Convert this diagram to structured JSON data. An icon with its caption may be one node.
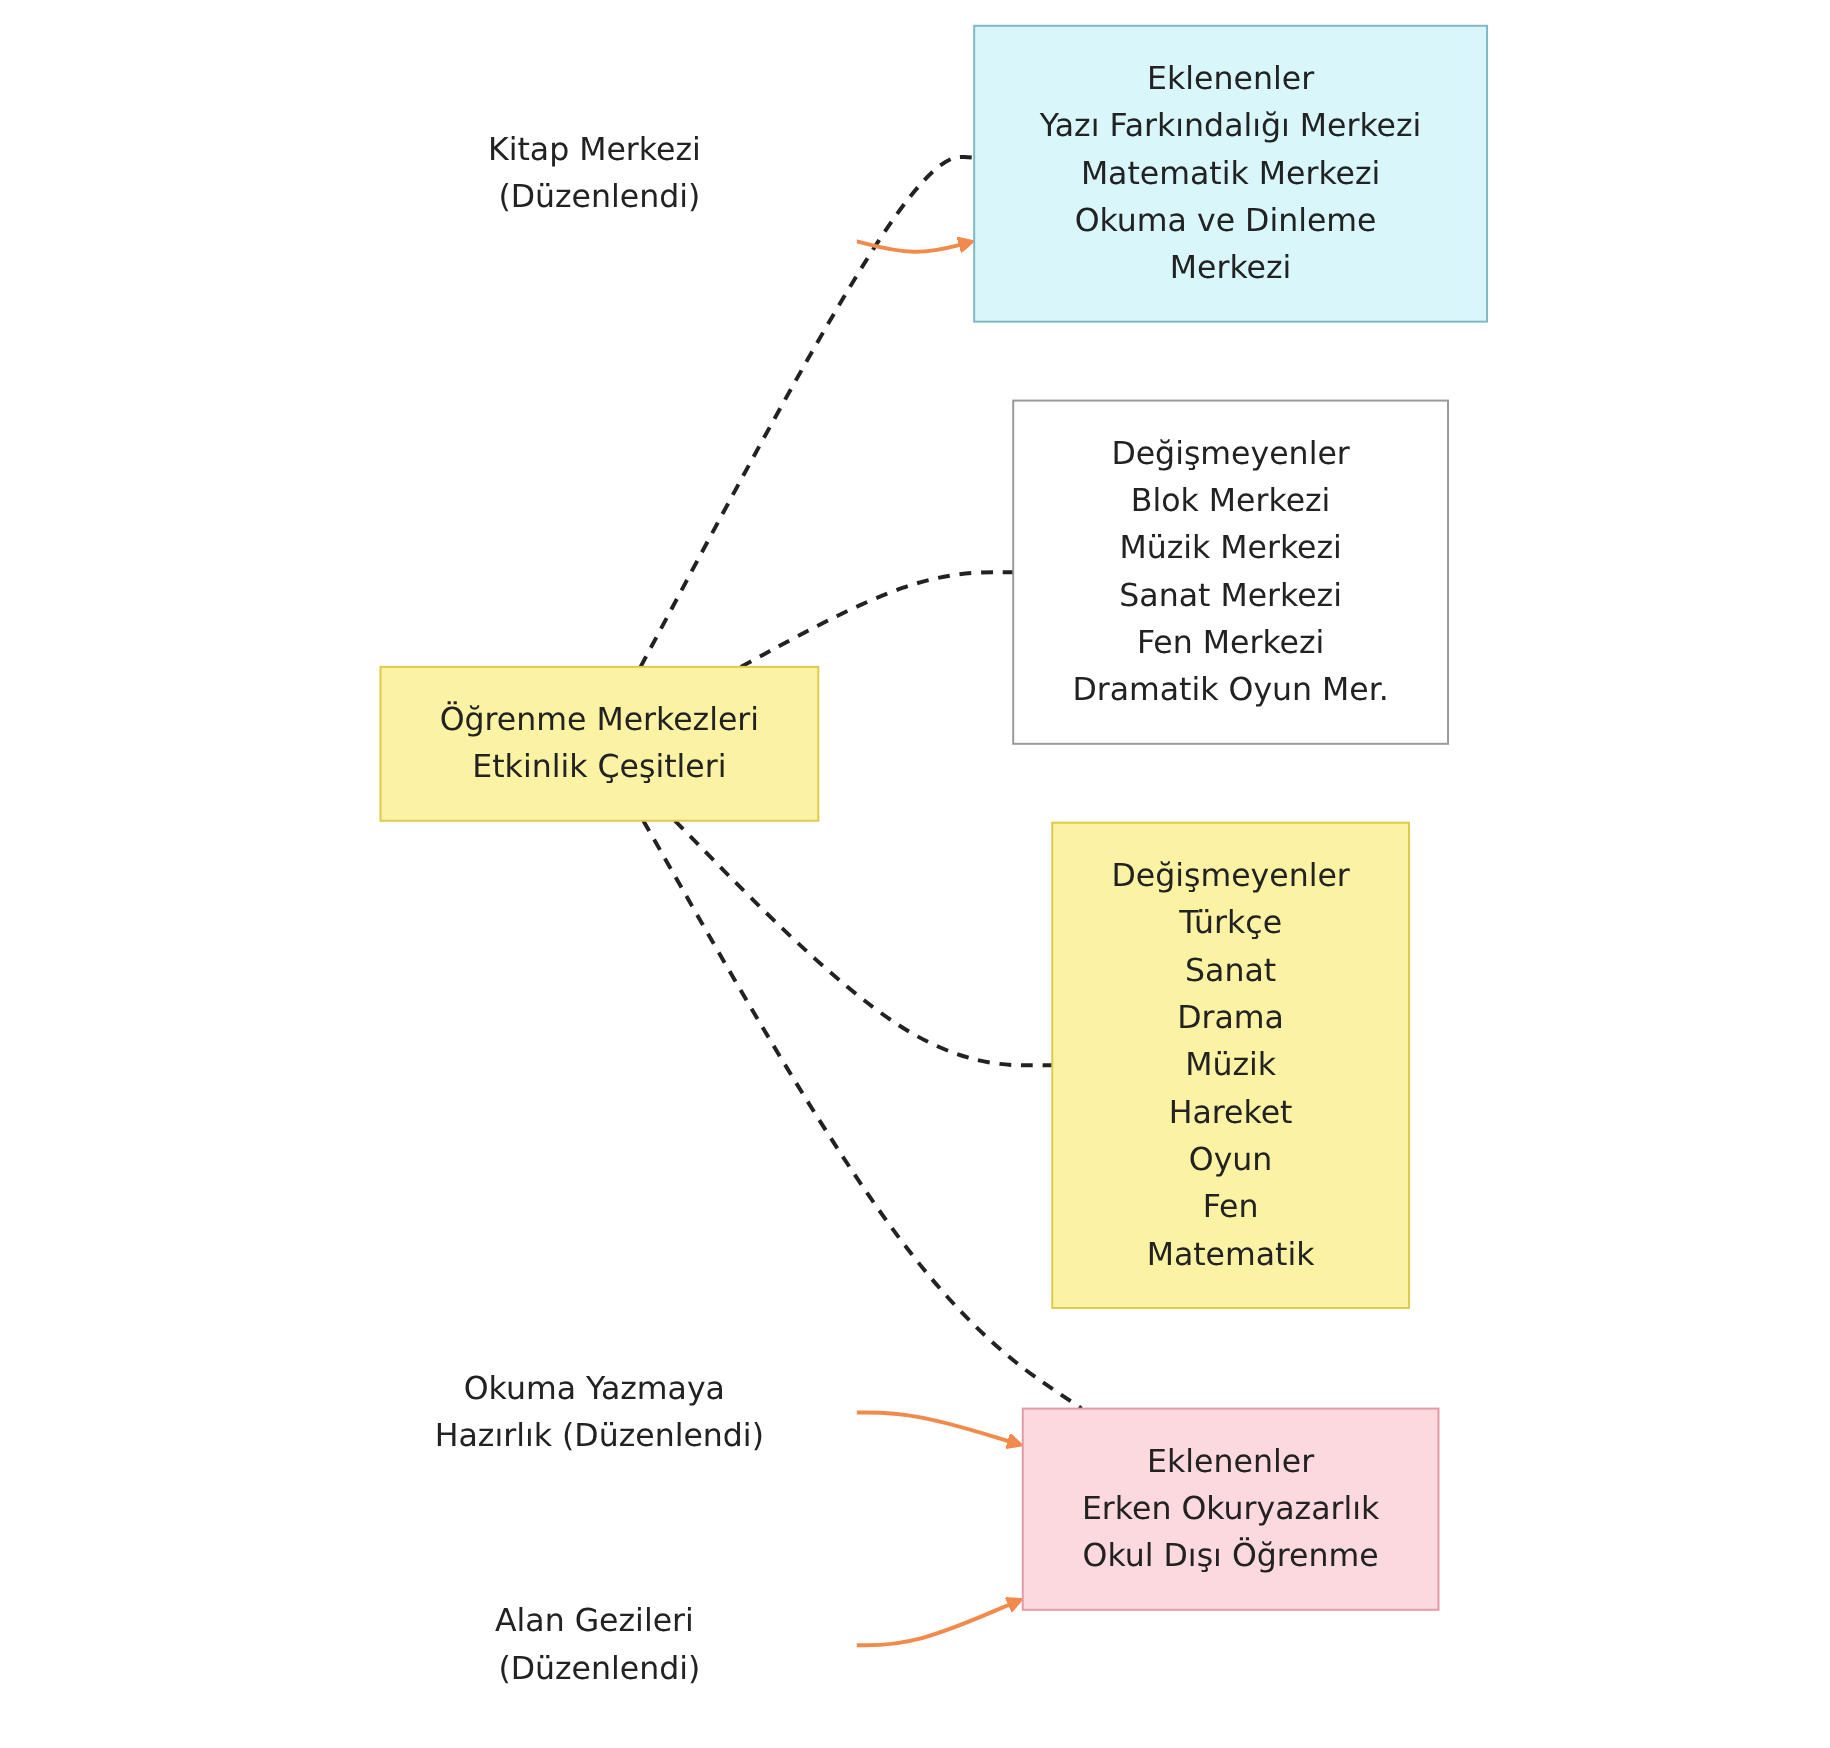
{
  "diagram": {
    "nodes": [
      {
        "text": [
          "Öğrenme Merkezleri",
          "Etkinlik Çeşitleri"
        ]
      },
      {
        "text": [
          "Değişmeyenler",
          "Blok Merkezi",
          "Müzik Merkezi",
          "Sanat Merkezi",
          "Fen Merkezi",
          "Dramatik Oyun Mer."
        ]
      },
      {
        "text": [
          "Eklenenler",
          "Yazı Farkındalığı Merkezi",
          "Matematik Merkezi",
          "Okuma ve Dinleme Merkezi"
        ]
      },
      {
        "text": [
          "Kitap Merkezi (Düzenlendi)"
        ]
      },
      {
        "text": [
          "Değişmeyenler",
          "Türkçe",
          "Sanat",
          "Drama",
          "Müzik",
          "Hareket",
          "Oyun",
          "Fen",
          "Matematik"
        ]
      },
      {
        "text": [
          "Okuma Yazmaya Hazırlık (Düzenlendi)"
        ]
      },
      {
        "text": [
          "Eklenenler",
          "Erken Okuryazarlık",
          "Okul Dışı Öğrenme"
        ]
      },
      {
        "text": [
          "Alan Gezileri (Düzenlendi)"
        ]
      }
    ],
    "edges": [
      {
        "from": 0,
        "to": 1,
        "arrow": "none",
        "style": "dashed"
      },
      {
        "from": 0,
        "to": 2,
        "arrow": "none",
        "style": "dashed"
      },
      {
        "from": 3,
        "to": 2,
        "arrow": "to",
        "color": "#f28a4c"
      },
      {
        "from": 0,
        "to": 4,
        "arrow": "none",
        "style": "dashed"
      },
      {
        "from": 0,
        "to": 6,
        "arrow": "none",
        "style": "dashed"
      },
      {
        "from": 5,
        "to": 6,
        "arrow": "to",
        "color": "#f28a4c"
      },
      {
        "from": 7,
        "to": 6,
        "arrow": "to",
        "color": "#f28a4c"
      }
    ]
  }
}
